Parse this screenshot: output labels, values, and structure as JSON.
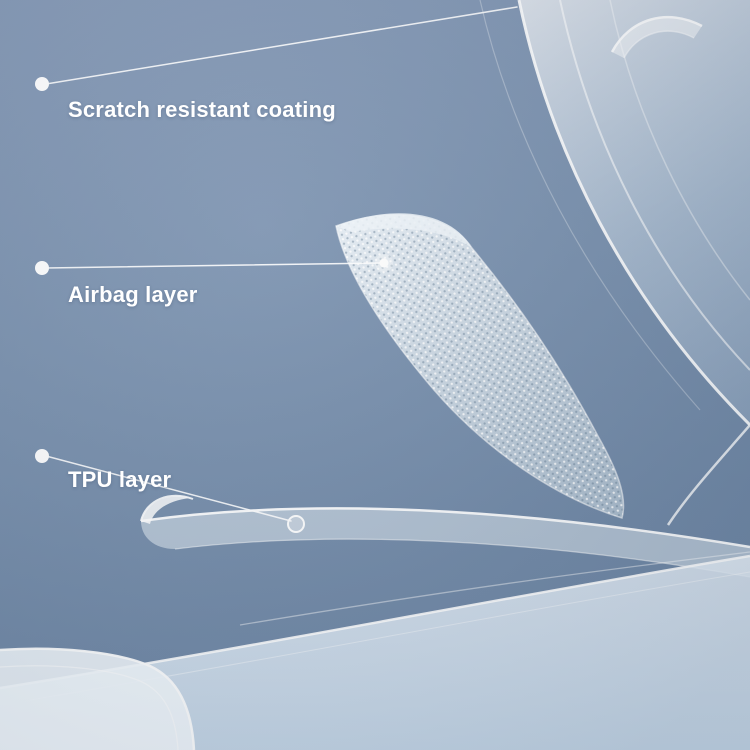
{
  "callouts": [
    {
      "label": "Scratch resistant coating"
    },
    {
      "label": "Airbag layer"
    },
    {
      "label": "TPU layer"
    }
  ],
  "colors": {
    "background": "#7b93b1",
    "label_text": "#ffffff",
    "layer_highlight": "#ffffff",
    "mesh_fill": "#c9d6e2"
  }
}
